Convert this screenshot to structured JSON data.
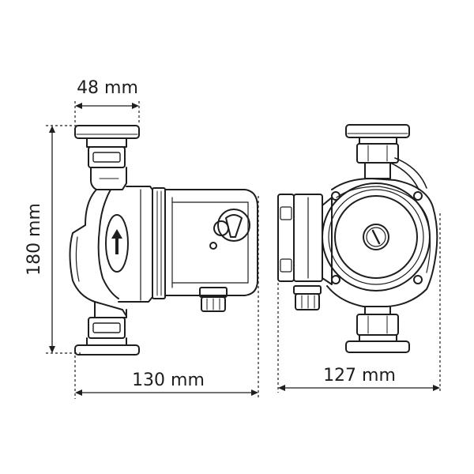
{
  "dimensions": {
    "top_width": "48 mm",
    "height": "180 mm",
    "length_side": "130 mm",
    "length_front": "127 mm"
  }
}
